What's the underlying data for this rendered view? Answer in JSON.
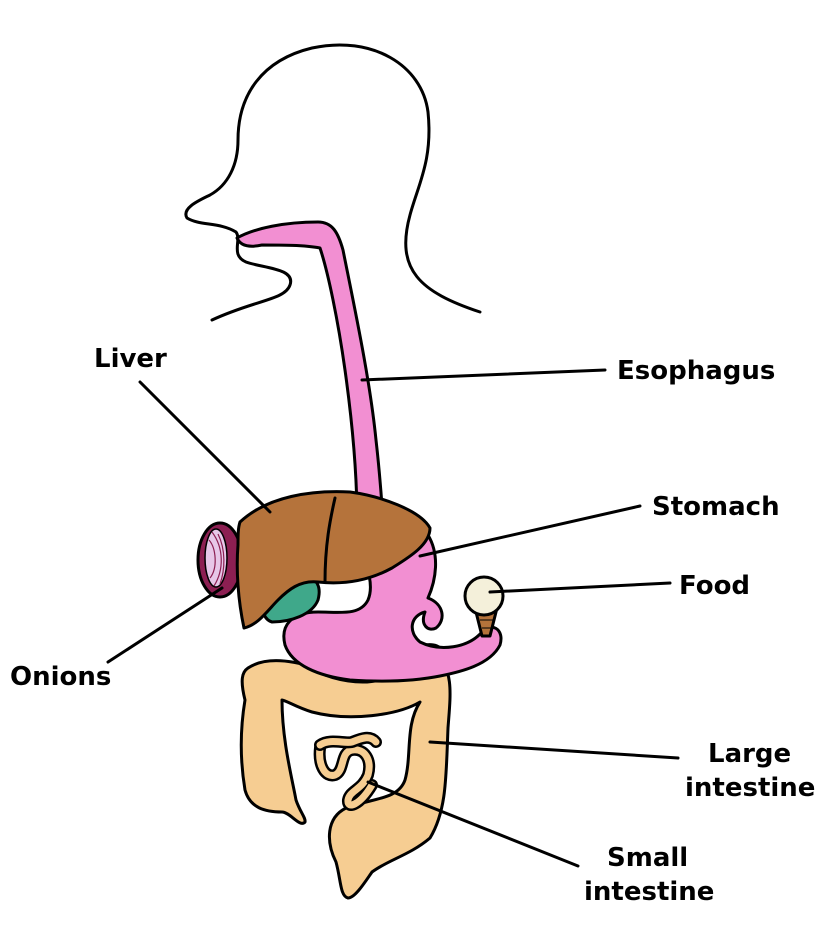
{
  "labels": {
    "liver": "Liver",
    "esophagus": "Esophagus",
    "stomach": "Stomach",
    "food": "Food",
    "onions": "Onions",
    "large_intestine_line1": "Large",
    "large_intestine_line2": "intestine",
    "small_intestine_line1": "Small",
    "small_intestine_line2": "intestine"
  },
  "colors": {
    "esophagus": "#f28fd2",
    "stomach": "#f28fd2",
    "liver": "#b5733b",
    "onion_outer": "#8c1f52",
    "onion_inner": "#e7c7e8",
    "gallbladder": "#3fa88a",
    "pancreas": "#f4e7a0",
    "large_intestine": "#f6cd92",
    "small_intestine": "#f6cd92",
    "ice_cream_scoop": "#f4f0da",
    "ice_cream_cone": "#b5733b"
  }
}
